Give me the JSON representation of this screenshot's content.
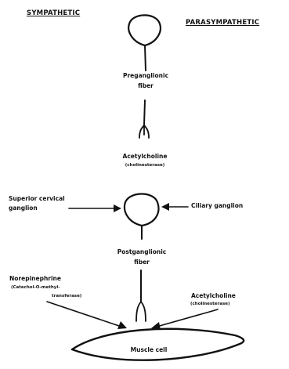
{
  "headers": {
    "left": "SYMPATHETIC",
    "right": "PARASYMPATHETIC"
  },
  "preganglionic": {
    "label_line1": "Preganglionic",
    "label_line2": "fiber"
  },
  "ach_top": {
    "main": "Acetylcholine",
    "enzyme": "(cholinesterase)"
  },
  "ganglia": {
    "left_line1": "Superior cervical",
    "left_line2": "ganglion",
    "right": "Ciliary ganglion"
  },
  "postganglionic": {
    "label_line1": "Postganglionic",
    "label_line2": "fiber"
  },
  "norepinephrine": {
    "line1": "Norepinephrine",
    "line2": "(Catechol-O-methyl-",
    "line3": "transferase)"
  },
  "ach_bottom": {
    "main": "Acetylcholine",
    "enzyme": "(cholinesterase)"
  },
  "muscle": {
    "label": "Muscle cell"
  },
  "colors": {
    "ink": "#111111",
    "background": "#ffffff"
  }
}
